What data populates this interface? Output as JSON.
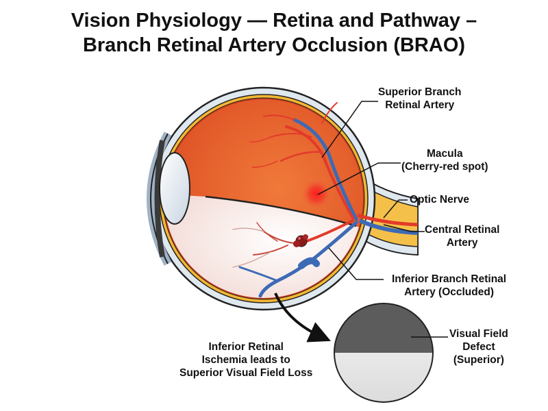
{
  "title": {
    "line1": "Vision Physiology — Retina and Pathway –",
    "line2": "Branch Retinal Artery Occlusion (BRAO)"
  },
  "labels": {
    "superior_branch": [
      "Superior Branch",
      "Retinal Artery"
    ],
    "macula": [
      "Macula",
      "(Cherry-red spot)"
    ],
    "optic_nerve": [
      "Optic Nerve"
    ],
    "central_retinal_artery": [
      "Central Retinal",
      "Artery"
    ],
    "inferior_branch": [
      "Inferior Branch Retinal",
      "Artery (Occluded)"
    ],
    "visual_field_defect": [
      "Visual Field",
      "Defect",
      "(Superior)"
    ],
    "inferior_ischemia": [
      "Inferior Retinal",
      "Ischemia leads to",
      "Superior Visual Field Loss"
    ]
  },
  "colors": {
    "retina_healthy": "#e8572c",
    "retina_ischemic": "#f6e4e0",
    "sclera": "#dfe7ef",
    "choroid": "#f3b733",
    "artery": "#e23a2a",
    "vein": "#3d6ab5",
    "nerve": "#f5c04a",
    "field_defect": "#5c5c5c",
    "field_normal": "#eeeeee"
  }
}
